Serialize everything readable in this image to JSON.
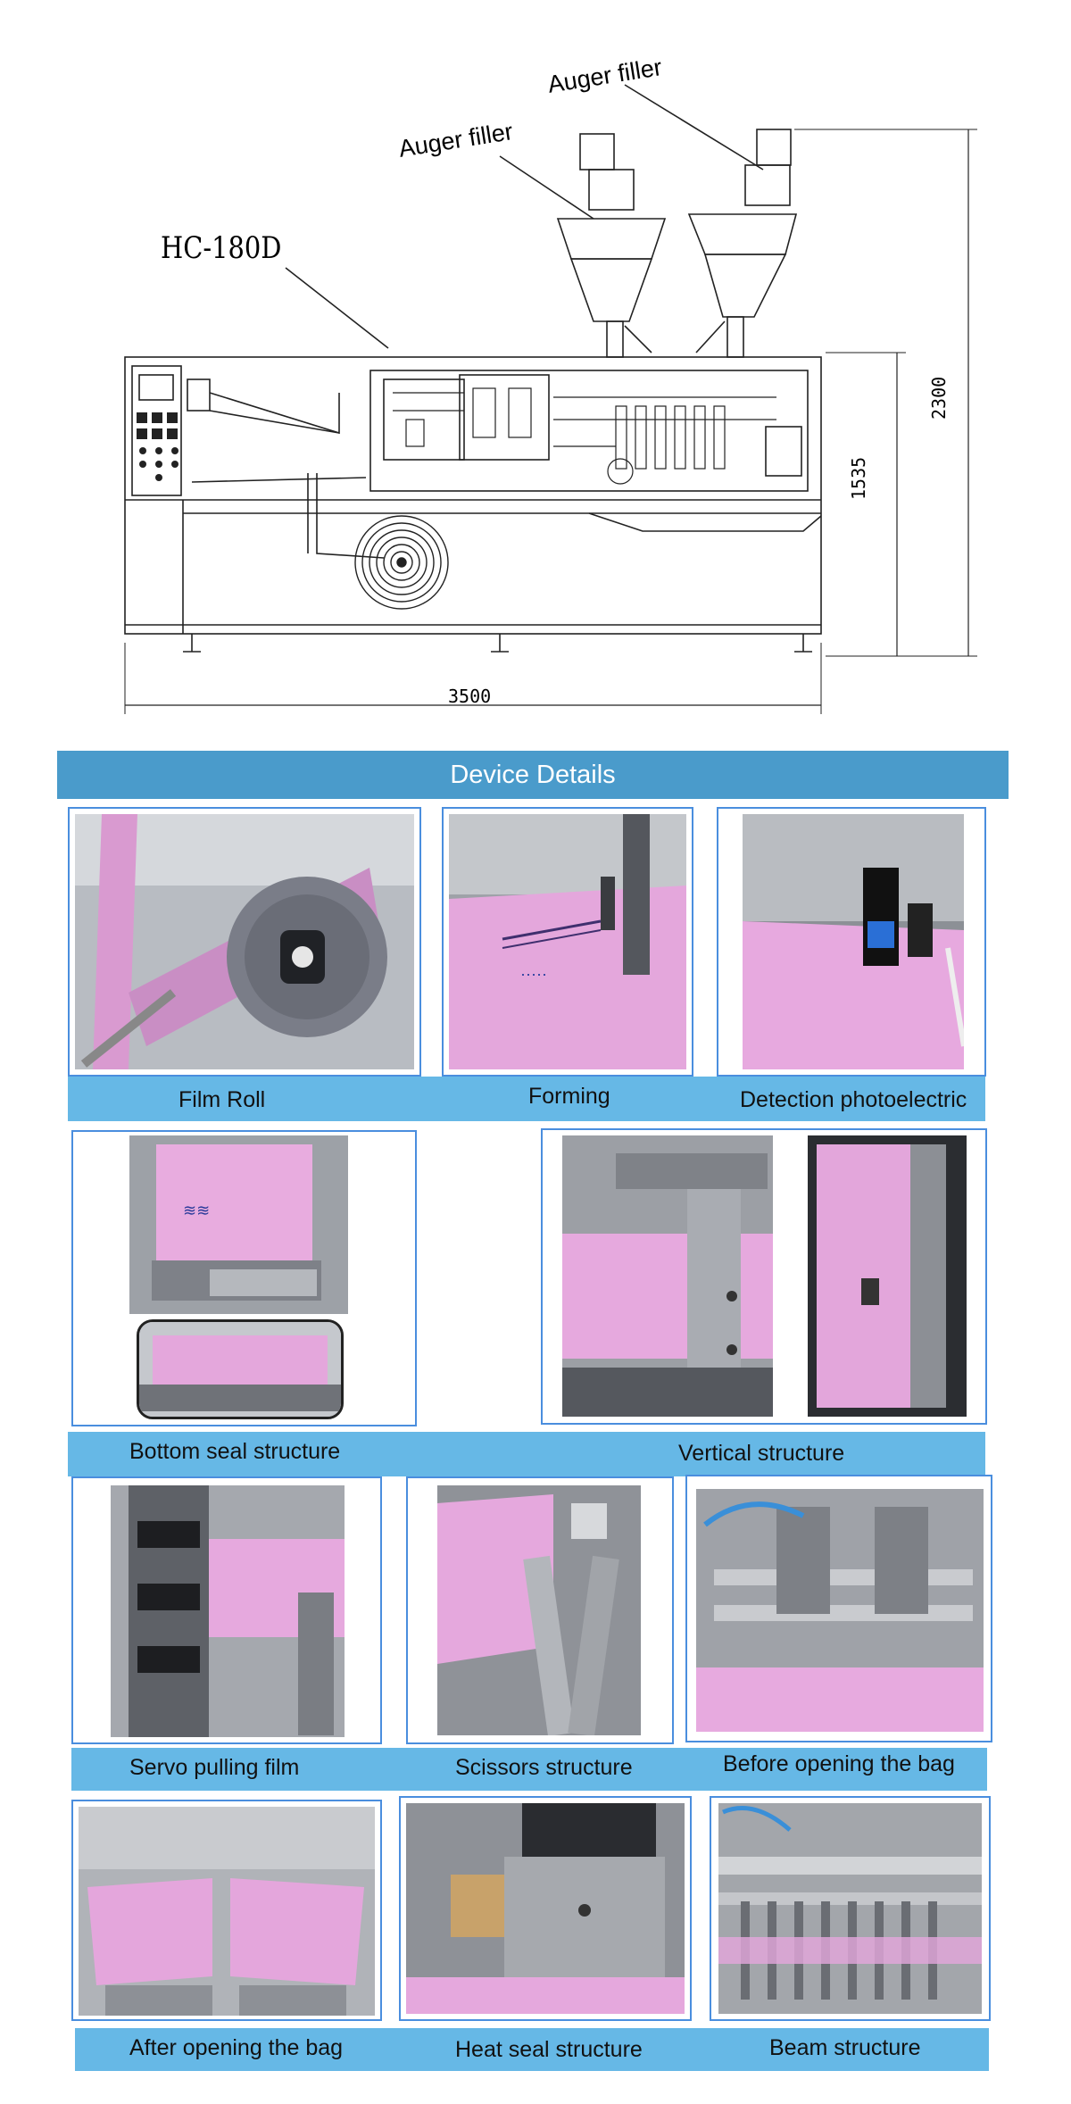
{
  "drawing": {
    "model_label": "HC-180D",
    "auger_left": "Auger filler",
    "auger_right": "Auger filler",
    "dim_width": "3500",
    "dim_height_total": "2300",
    "dim_height_body": "1535"
  },
  "header": {
    "title": "Device Details"
  },
  "rows": [
    {
      "labels": [
        "Film Roll",
        "Forming",
        "Detection photoelectric"
      ]
    },
    {
      "labels": [
        "Bottom seal structure",
        "Vertical structure"
      ]
    },
    {
      "labels": [
        "Servo pulling film",
        "Scissors structure",
        "Before opening the bag"
      ]
    },
    {
      "labels": [
        "After opening the bag",
        "Heat seal structure",
        "Beam structure"
      ]
    }
  ],
  "colors": {
    "header_bar": "#4a9bcb",
    "label_bar": "#66b8e6",
    "frame_border": "#4a8ede",
    "film_pink": "#e8a6d8"
  },
  "icons": [
    "machine-drawing",
    "film-roll-photo",
    "forming-photo",
    "photoelectric-sensor-photo",
    "bottom-seal-photo",
    "vertical-structure-photo",
    "servo-pulling-photo",
    "scissors-photo",
    "before-opening-photo",
    "after-opening-photo",
    "heat-seal-photo",
    "beam-structure-photo"
  ]
}
